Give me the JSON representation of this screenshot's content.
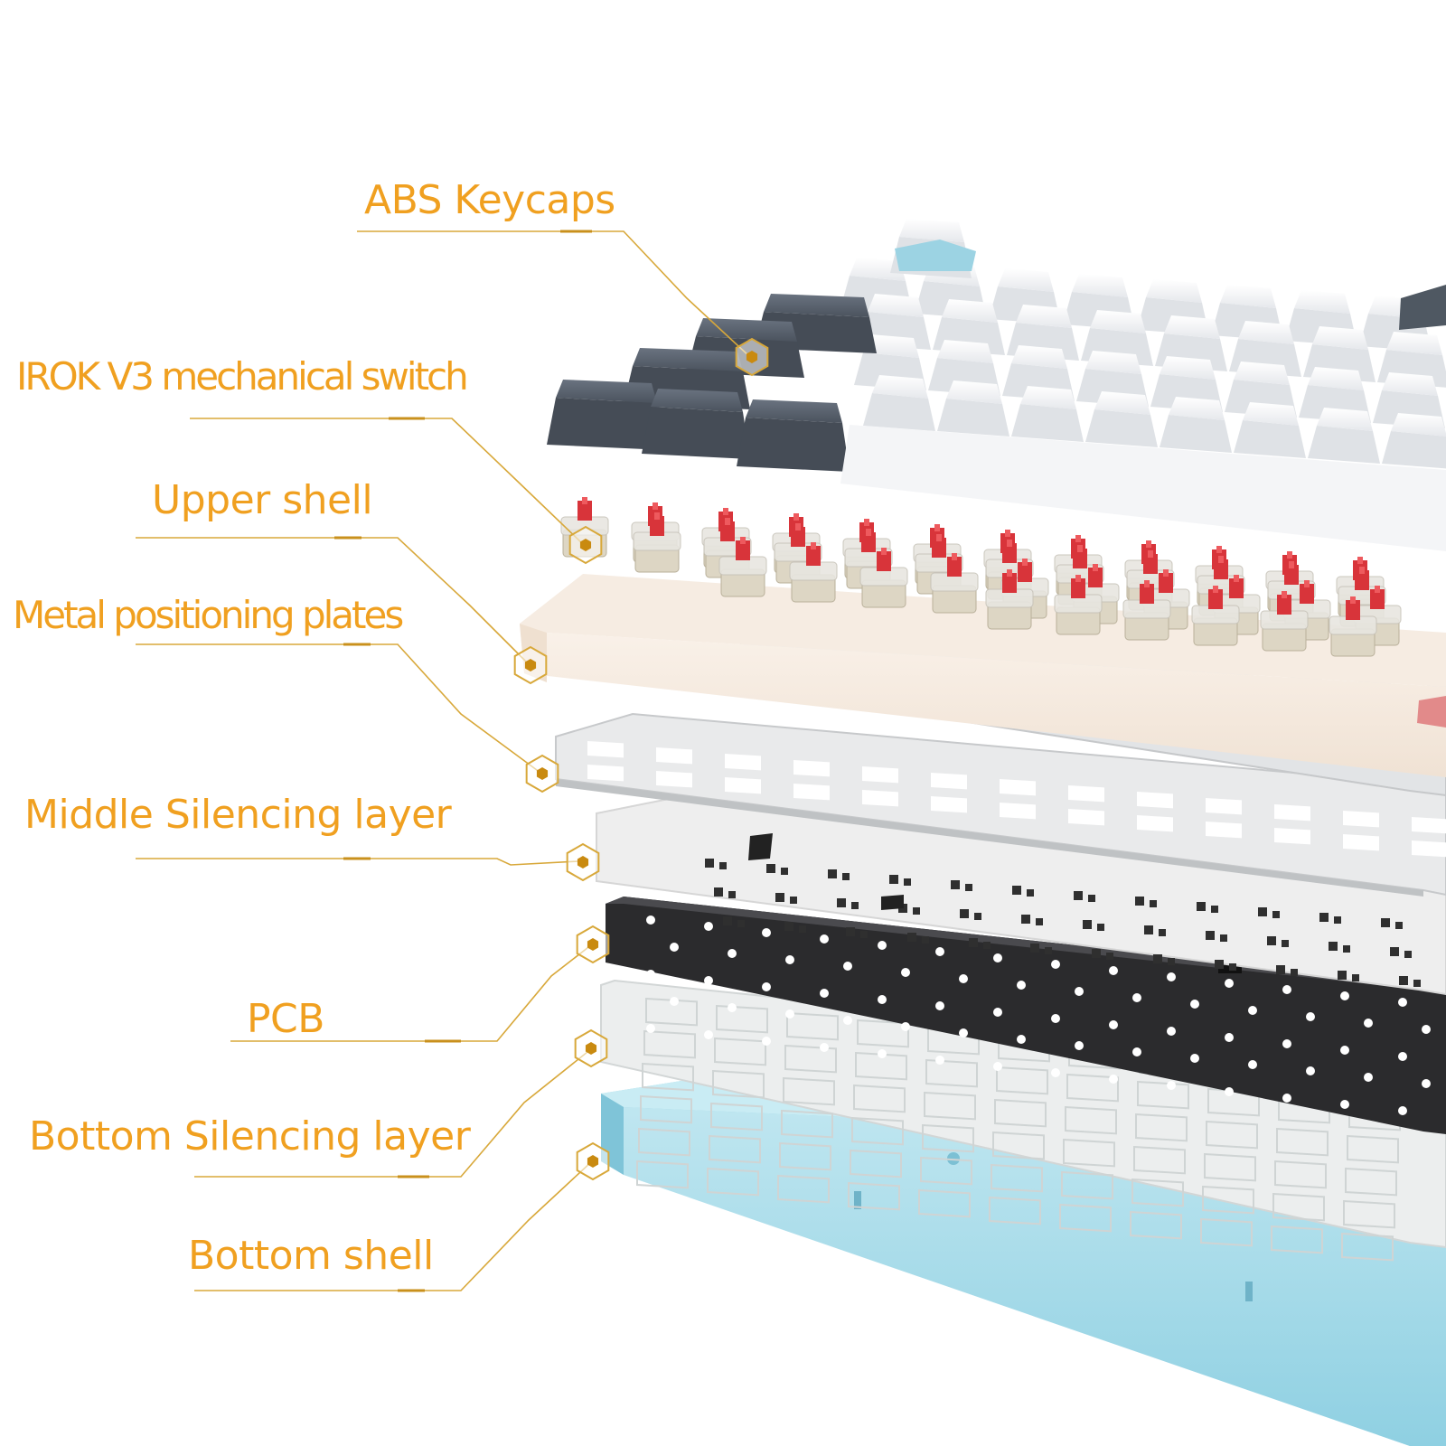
{
  "accent_color": "#f0a020",
  "line_color": "#d8a83a",
  "layers": [
    {
      "name": "abs-keycaps",
      "label": "ABS Keycaps"
    },
    {
      "name": "switch",
      "label": "IROK V3 mechanical switch"
    },
    {
      "name": "upper-shell",
      "label": "Upper shell"
    },
    {
      "name": "metal-plate",
      "label": "Metal positioning plates"
    },
    {
      "name": "middle-silencing",
      "label": "Middle Silencing layer"
    },
    {
      "name": "pcb",
      "label": "PCB"
    },
    {
      "name": "bottom-silencing",
      "label": "Bottom Silencing layer"
    },
    {
      "name": "bottom-shell",
      "label": "Bottom shell"
    }
  ]
}
